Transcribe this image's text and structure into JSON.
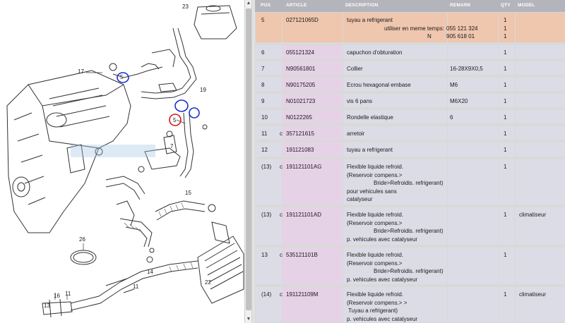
{
  "headers": {
    "pos": "POS",
    "article": "ARTICLE",
    "description": "DESCRIPTION",
    "remark": "REMARK",
    "qty": "QTY",
    "model": "MODEL"
  },
  "diagram_callouts": [
    "23",
    "19",
    "17",
    "5",
    "5",
    "15",
    "7",
    "26",
    "22",
    "11",
    "13",
    "16",
    "11",
    "14"
  ],
  "rows": [
    {
      "pos": "5",
      "c": "",
      "article": "027121065D",
      "description": [
        "tuyau a refrigerant",
        "utiliser en meme temps:",
        "N"
      ],
      "remark": [
        "",
        "055 121 324",
        "905 618 01"
      ],
      "qty": [
        "1",
        "1",
        "1"
      ],
      "model": ""
    },
    {
      "pos": "6",
      "c": "",
      "article": "055121324",
      "description": [
        "capuchon d'obturation"
      ],
      "remark": [
        ""
      ],
      "qty": [
        "1"
      ],
      "model": ""
    },
    {
      "pos": "7",
      "c": "",
      "article": "N90561801",
      "description": [
        "Collier"
      ],
      "remark": [
        "16-28X9X0,5"
      ],
      "qty": [
        "1"
      ],
      "model": ""
    },
    {
      "pos": "8",
      "c": "",
      "article": "N90175205",
      "description": [
        "Ecrou hexagonal embase"
      ],
      "remark": [
        "M6"
      ],
      "qty": [
        "1"
      ],
      "model": ""
    },
    {
      "pos": "9",
      "c": "",
      "article": "N01021723",
      "description": [
        "vis 6 pans"
      ],
      "remark": [
        "M6X20"
      ],
      "qty": [
        "1"
      ],
      "model": ""
    },
    {
      "pos": "10",
      "c": "",
      "article": "N0122265",
      "description": [
        "Rondelle elastique"
      ],
      "remark": [
        "6"
      ],
      "qty": [
        "1"
      ],
      "model": ""
    },
    {
      "pos": "11",
      "c": "c",
      "article": "357121615",
      "description": [
        "arretoir"
      ],
      "remark": [
        ""
      ],
      "qty": [
        "1"
      ],
      "model": ""
    },
    {
      "pos": "12",
      "c": "",
      "article": "191121083",
      "description": [
        "tuyau a refrigerant"
      ],
      "remark": [
        ""
      ],
      "qty": [
        "1"
      ],
      "model": ""
    },
    {
      "pos": "(13)",
      "c": "c",
      "article": "191121101AG",
      "description": [
        "Flexible liquide refroid.",
        "(Reservoir compens.>",
        "Bride>Refroidis. refrigerant)",
        "pour vehicules sans",
        "catalyseur"
      ],
      "remark": [
        ""
      ],
      "qty": [
        "1"
      ],
      "model": ""
    },
    {
      "pos": "(13)",
      "c": "c",
      "article": "191121101AD",
      "description": [
        "Flexible liquide refroid.",
        "(Reservoir compens.>",
        "Bride>Refroidis. refrigerant)",
        "p. vehicules avec catalyseur"
      ],
      "remark": [
        ""
      ],
      "qty": [
        "1"
      ],
      "model": "climatiseur"
    },
    {
      "pos": "13",
      "c": "c",
      "article": "535121101B",
      "description": [
        "Flexible liquide refroid.",
        "(Reservoir compens.>",
        "Bride>Refroidis. refrigerant)",
        "p. vehicules avec catalyseur"
      ],
      "remark": [
        ""
      ],
      "qty": [
        "1"
      ],
      "model": ""
    },
    {
      "pos": "(14)",
      "c": "c",
      "article": "191121109M",
      "description": [
        "Flexible liquide refroid.",
        "(Reservoir compens.> >",
        " Tuyau a refrigerant)",
        "p. vehicules avec catalyseur"
      ],
      "remark": [
        ""
      ],
      "qty": [
        "1"
      ],
      "model": "climatiseur"
    }
  ]
}
